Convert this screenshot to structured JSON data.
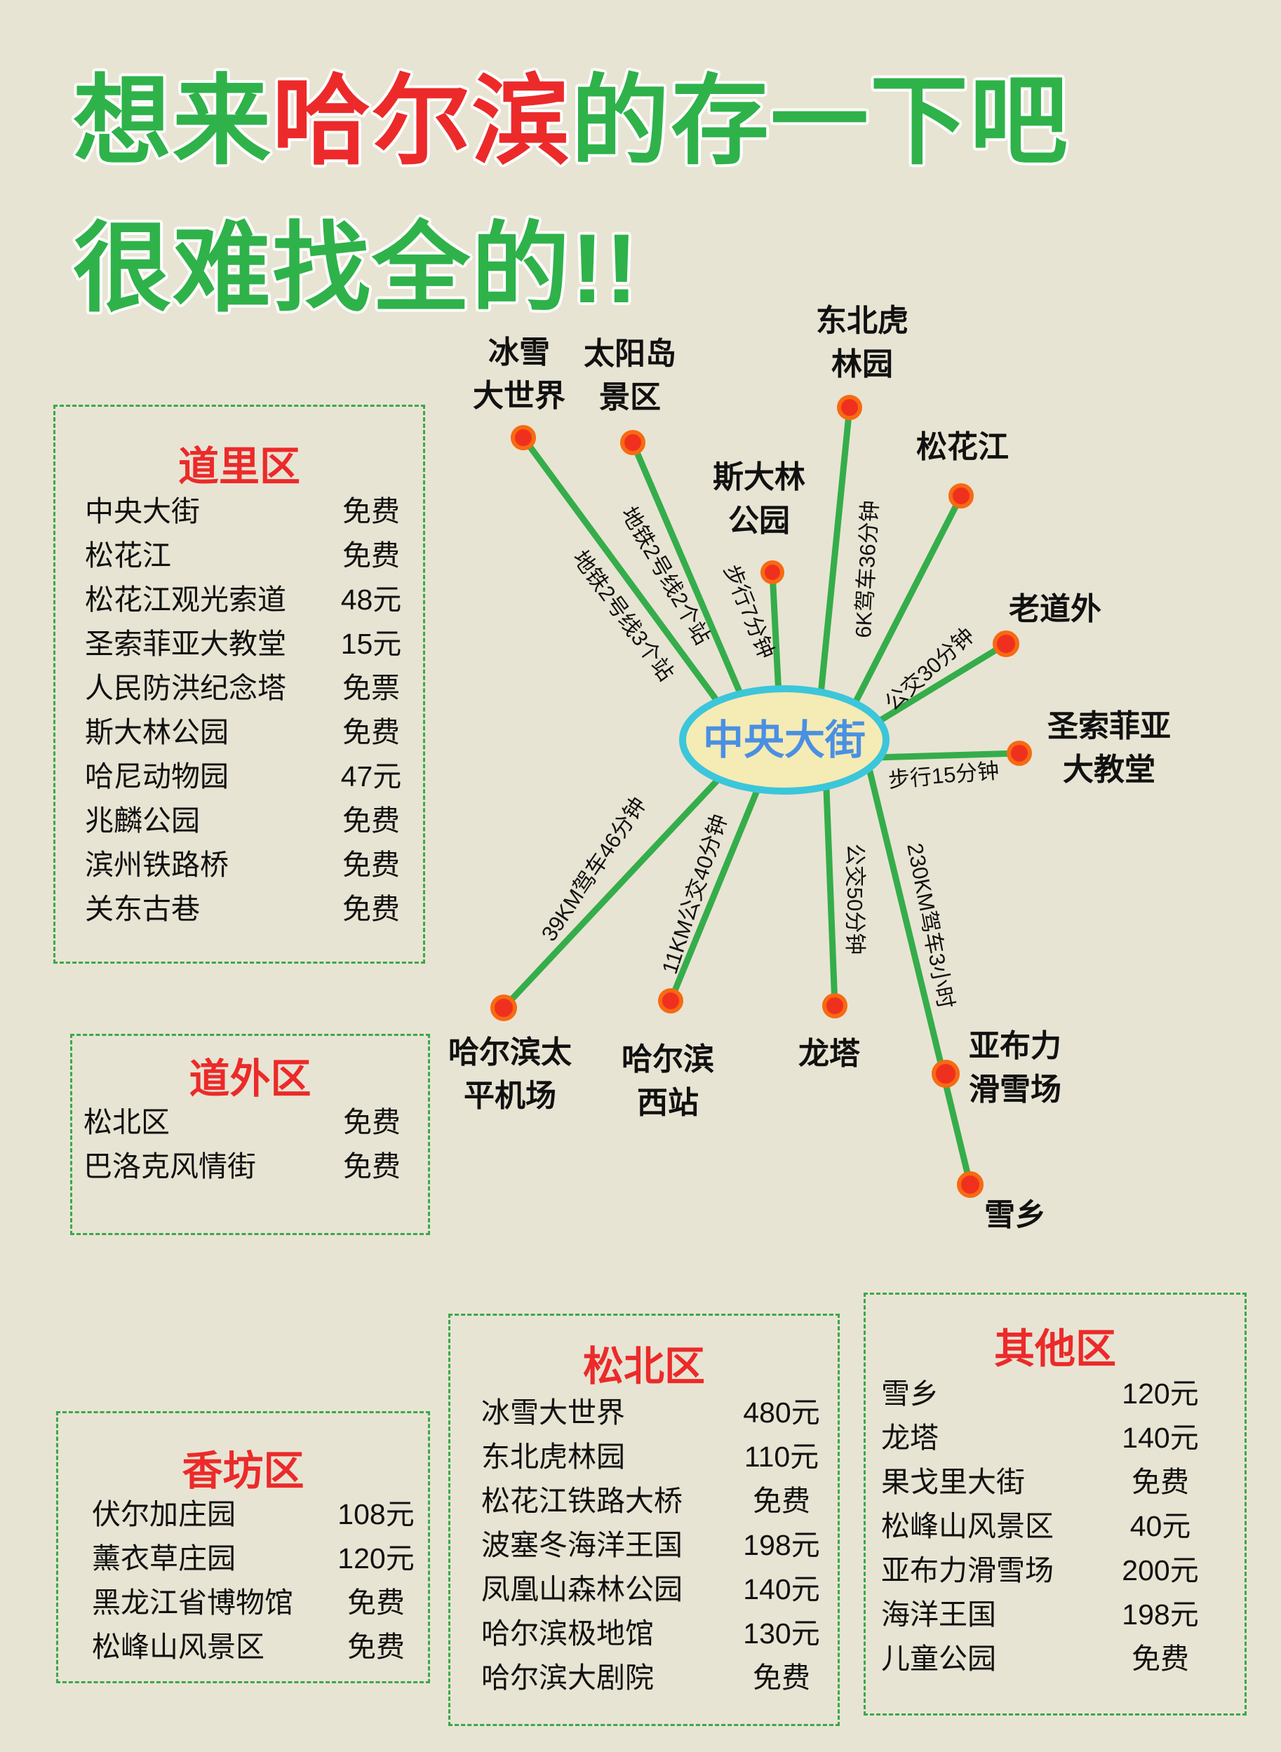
{
  "title": {
    "line1": [
      {
        "text": "想来",
        "color": "green"
      },
      {
        "text": "哈尔滨",
        "color": "red"
      },
      {
        "text": "的存一下吧",
        "color": "green"
      }
    ],
    "line2": "很难找全的!!"
  },
  "map": {
    "center": "中央大街",
    "nodes": {
      "bingxue": "冰雪\n大世界",
      "taiyangdao": "太阳岛\n景区",
      "sidalin": "斯大林\n公园",
      "dongbeihu": "东北虎\n林园",
      "songhuajiang": "松花江",
      "laodaowai": "老道外",
      "shengsuofeiya": "圣索菲亚\n大教堂",
      "airport": "哈尔滨太\n平机场",
      "xizhan": "哈尔滨\n西站",
      "longta": "龙塔",
      "yabuli": "亚布力\n滑雪场",
      "xuexiang": "雪乡"
    },
    "edges": {
      "bingxue": "地铁2号线3个站",
      "taiyangdao": "地铁2号线2个站",
      "sidalin": "步行7分钟",
      "dongbeihu": "6K驾车36分钟",
      "laodaowai": "公交30分钟",
      "shengsuofeiya": "步行15分钟",
      "airport": "39KM驾车46分钟",
      "xizhan": "11KM公交40分钟",
      "longta": "公交50分钟",
      "xuexiang": "230KM驾车3小时"
    }
  },
  "districts": {
    "daoli": {
      "title": "道里区",
      "items": [
        {
          "name": "中央大街",
          "price": "免费"
        },
        {
          "name": "松花江",
          "price": "免费"
        },
        {
          "name": "松花江观光索道",
          "price": "48元"
        },
        {
          "name": "圣索菲亚大教堂",
          "price": "15元"
        },
        {
          "name": "人民防洪纪念塔",
          "price": "免票"
        },
        {
          "name": "斯大林公园",
          "price": "免费"
        },
        {
          "name": "哈尼动物园",
          "price": "47元"
        },
        {
          "name": "兆麟公园",
          "price": "免费"
        },
        {
          "name": "滨州铁路桥",
          "price": "免费"
        },
        {
          "name": "关东古巷",
          "price": "免费"
        }
      ]
    },
    "daowai": {
      "title": "道外区",
      "items": [
        {
          "name": "松北区",
          "price": "免费"
        },
        {
          "name": "巴洛克风情街",
          "price": "免费"
        }
      ]
    },
    "xiangfang": {
      "title": "香坊区",
      "items": [
        {
          "name": "伏尔加庄园",
          "price": "108元"
        },
        {
          "name": "薰衣草庄园",
          "price": "120元"
        },
        {
          "name": "黑龙江省博物馆",
          "price": "免费"
        },
        {
          "name": "松峰山风景区",
          "price": "免费"
        }
      ]
    },
    "songbei": {
      "title": "松北区",
      "items": [
        {
          "name": "冰雪大世界",
          "price": "480元"
        },
        {
          "name": "东北虎林园",
          "price": "110元"
        },
        {
          "name": "松花江铁路大桥",
          "price": "免费"
        },
        {
          "name": "波塞冬海洋王国",
          "price": "198元"
        },
        {
          "name": "凤凰山森林公园",
          "price": "140元"
        },
        {
          "name": "哈尔滨极地馆",
          "price": "130元"
        },
        {
          "name": "哈尔滨大剧院",
          "price": "免费"
        }
      ]
    },
    "other": {
      "title": "其他区",
      "items": [
        {
          "name": "雪乡",
          "price": "120元"
        },
        {
          "name": "龙塔",
          "price": "140元"
        },
        {
          "name": "果戈里大街",
          "price": "免费"
        },
        {
          "name": "松峰山风景区",
          "price": "40元"
        },
        {
          "name": "亚布力滑雪场",
          "price": "200元"
        },
        {
          "name": "海洋王国",
          "price": "198元"
        },
        {
          "name": "儿童公园",
          "price": "免费"
        }
      ]
    }
  },
  "colors": {
    "green": "#2fb24a",
    "red": "#ec2a2a",
    "line": "#35ad4b",
    "dot": "#f0301f",
    "dot_ring": "#f76a12",
    "ellipse_fill": "#f5ebb5",
    "ellipse_stroke": "#3cc6da",
    "center_text": "#4a90e2",
    "background": "#e8e4d3"
  }
}
